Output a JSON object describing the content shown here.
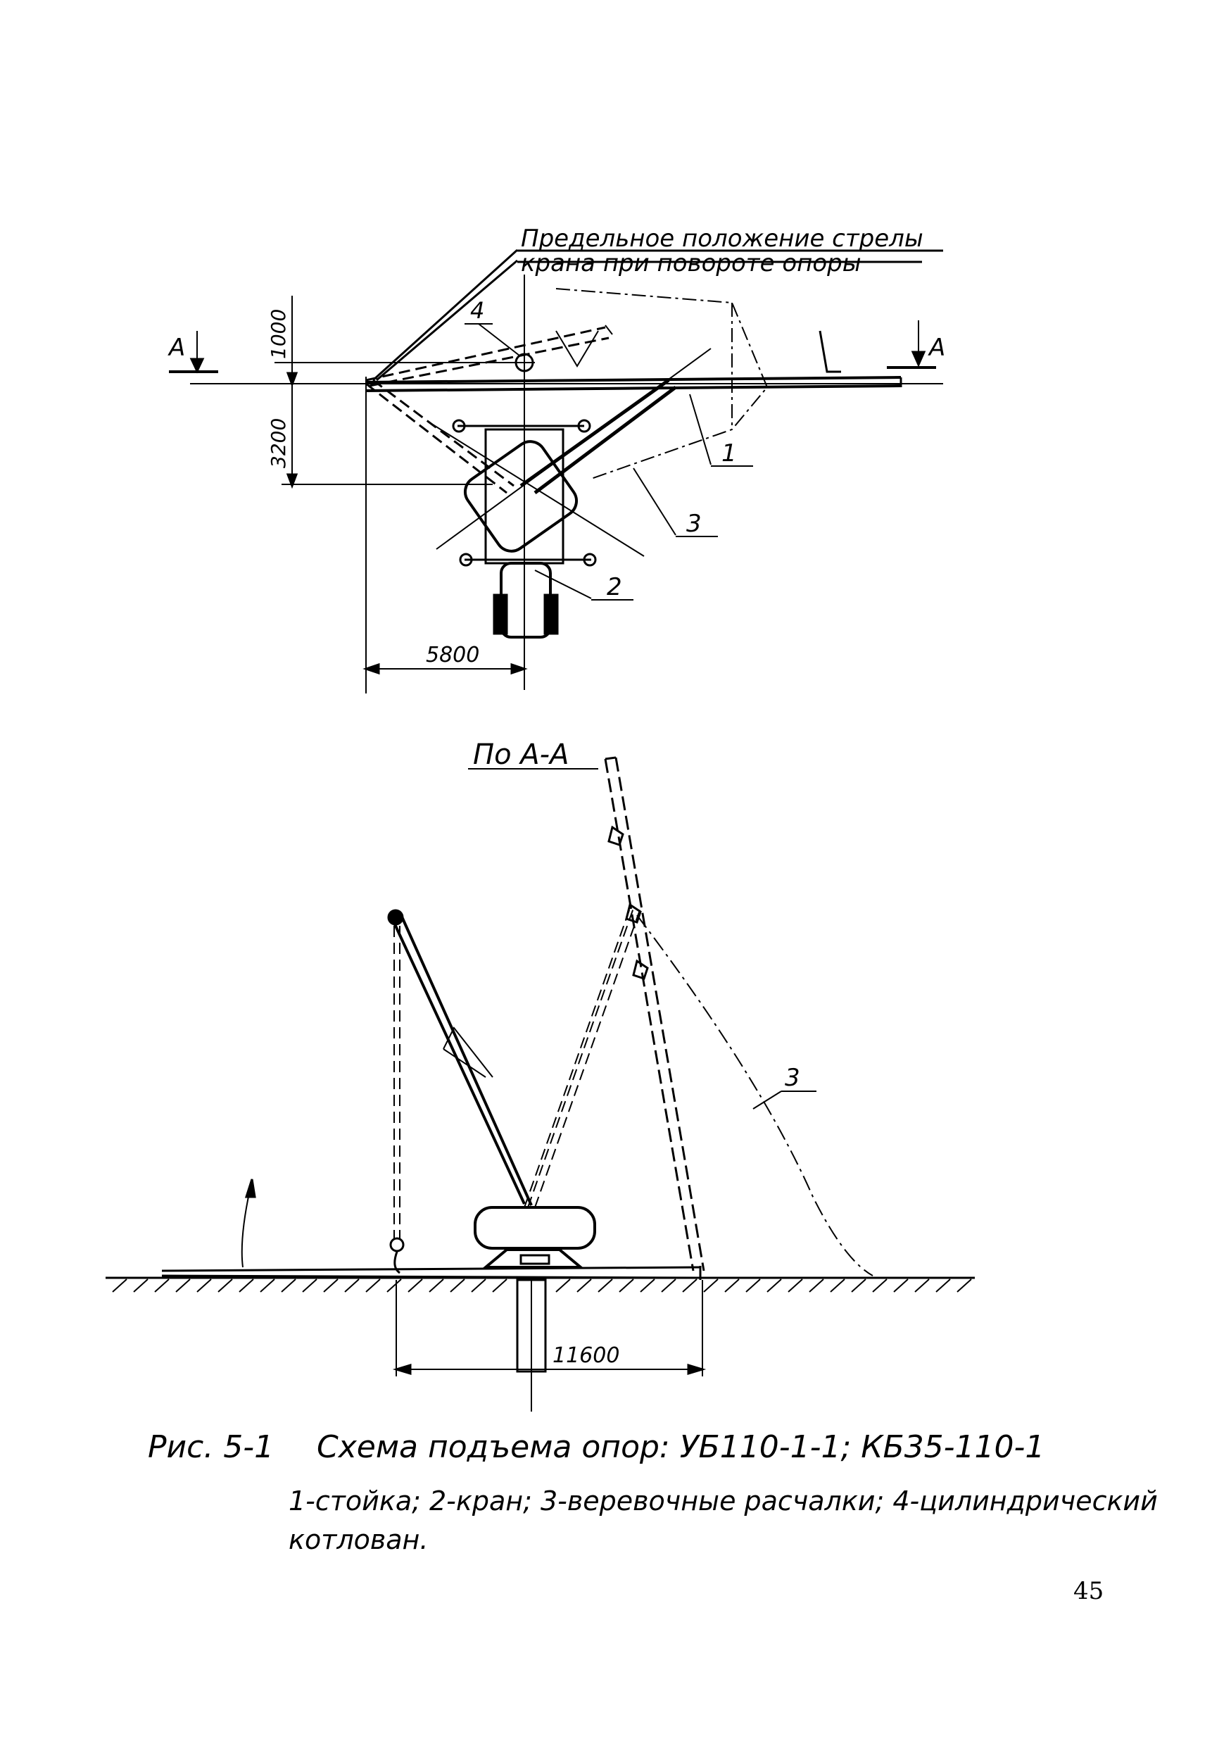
{
  "plan_view": {
    "note_line1": "Предельное положение стрелы",
    "note_line2": "крана при повороте опоры",
    "section_mark_left": "А",
    "section_mark_right": "А",
    "callout_1": "1",
    "callout_2": "2",
    "callout_3": "3",
    "callout_4": "4",
    "dim_1000": "1000",
    "dim_3200": "3200",
    "dim_5800": "5800"
  },
  "section_view": {
    "title": "По А-А",
    "callout_3": "3",
    "dim_11600": "11600"
  },
  "caption": {
    "figure_label": "Рис. 5-1",
    "title": "Схема подъема опор: УБ110-1-1; КБ35-110-1",
    "legend_line1": "1-стойка; 2-кран; 3-веревочные расчалки; 4-цилиндрический",
    "legend_line2": "котлован."
  },
  "page_number": "45"
}
